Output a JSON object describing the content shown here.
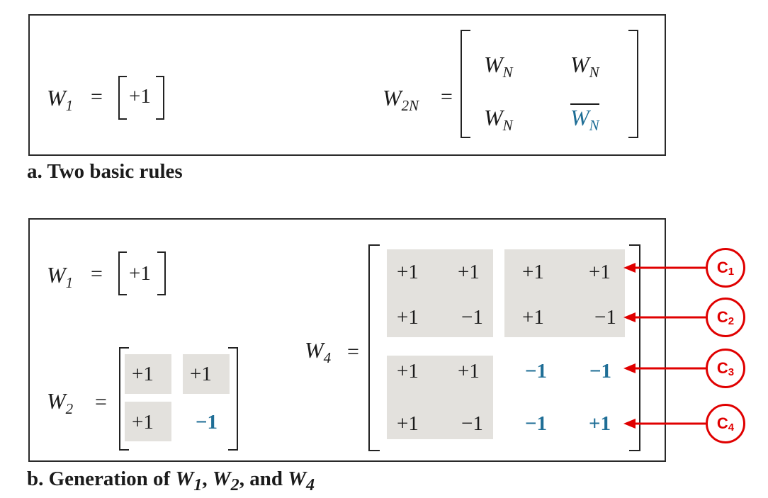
{
  "section_a": {
    "caption": "a. Two basic rules",
    "rule1": {
      "symbol": "W",
      "sub": "1",
      "value": "+1"
    },
    "rule2": {
      "symbol": "W",
      "sub": "2N",
      "cell": "W",
      "cell_sub": "N"
    }
  },
  "section_b": {
    "caption_prefix": "b. Generation of ",
    "caption_w1": "W",
    "caption_w1_sub": "1",
    "caption_sep1": ", ",
    "caption_w2": "W",
    "caption_w2_sub": "2",
    "caption_sep2": ", and ",
    "caption_w4": "W",
    "caption_w4_sub": "4",
    "w1": {
      "symbol": "W",
      "sub": "1",
      "value": "+1"
    },
    "w2": {
      "symbol": "W",
      "sub": "2",
      "rows": [
        [
          "+1",
          "+1"
        ],
        [
          "+1",
          "−1"
        ]
      ]
    },
    "w4": {
      "symbol": "W",
      "sub": "4",
      "rows": [
        [
          "+1",
          "+1",
          "+1",
          "+1"
        ],
        [
          "+1",
          "−1",
          "+1",
          "−1"
        ],
        [
          "+1",
          "+1",
          "−1",
          "−1"
        ],
        [
          "+1",
          "−1",
          "−1",
          "+1"
        ]
      ]
    }
  },
  "equals": "=",
  "code_labels": [
    {
      "letter": "C",
      "sub": "1"
    },
    {
      "letter": "C",
      "sub": "2"
    },
    {
      "letter": "C",
      "sub": "3"
    },
    {
      "letter": "C",
      "sub": "4"
    }
  ],
  "colors": {
    "highlight": "#1f6e96",
    "annotation": "#e00000",
    "shading": "#e3e1dd"
  }
}
